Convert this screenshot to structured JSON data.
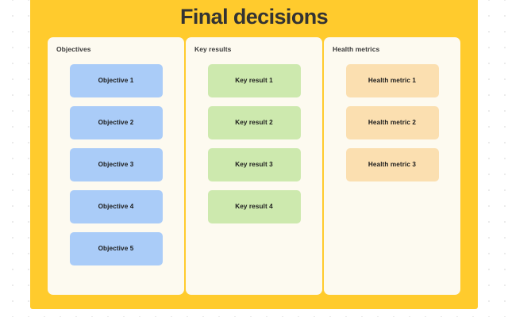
{
  "board": {
    "title": "Final decisions",
    "background_color": "#ffcb2d",
    "column_background_color": "#fdfaf0",
    "title_color": "#333333",
    "columns": [
      {
        "title": "Objectives",
        "card_color": "#aaccf8",
        "cards": [
          {
            "label": "Objective 1"
          },
          {
            "label": "Objective 2"
          },
          {
            "label": "Objective 3"
          },
          {
            "label": "Objective 4"
          },
          {
            "label": "Objective 5"
          }
        ]
      },
      {
        "title": "Key results",
        "card_color": "#cde9ae",
        "cards": [
          {
            "label": "Key result 1"
          },
          {
            "label": "Key result 2"
          },
          {
            "label": "Key result 3"
          },
          {
            "label": "Key result 4"
          }
        ]
      },
      {
        "title": "Health metrics",
        "card_color": "#fbdfb0",
        "cards": [
          {
            "label": "Health metric 1"
          },
          {
            "label": "Health metric 2"
          },
          {
            "label": "Health metric 3"
          }
        ]
      }
    ]
  },
  "canvas": {
    "background_color": "#ffffff",
    "dot_color": "#ebebeb"
  }
}
